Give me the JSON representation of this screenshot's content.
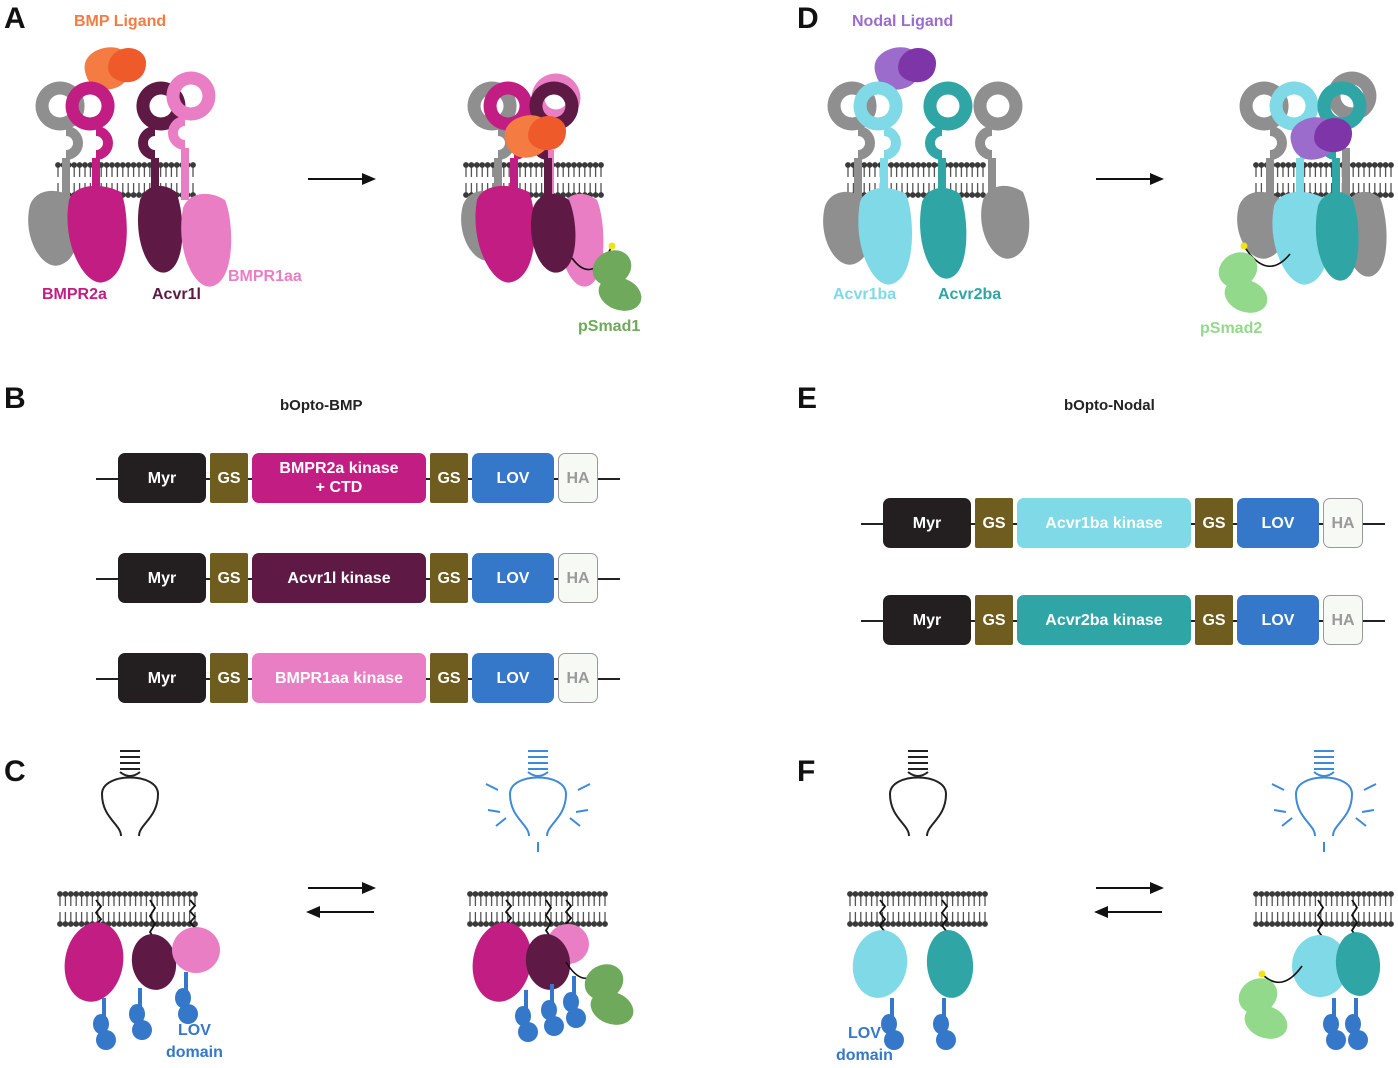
{
  "panels": {
    "a": "A",
    "b": "B",
    "c": "C",
    "d": "D",
    "e": "E",
    "f": "F"
  },
  "panel_a": {
    "ligand": "BMP Ligand",
    "receptors": [
      "BMPR2a",
      "Acvr1l",
      "BMPR1aa"
    ],
    "smad": "pSmad1"
  },
  "panel_d": {
    "ligand": "Nodal Ligand",
    "receptors": [
      "Acvr1ba",
      "Acvr2ba"
    ],
    "smad": "pSmad2"
  },
  "panel_b": {
    "title": "bOpto-BMP",
    "constructs": [
      [
        "Myr",
        "GS",
        "BMPR2a kinase\n+ CTD",
        "GS",
        "LOV",
        "HA"
      ],
      [
        "Myr",
        "GS",
        "Acvr1l kinase",
        "GS",
        "LOV",
        "HA"
      ],
      [
        "Myr",
        "GS",
        "BMPR1aa kinase",
        "GS",
        "LOV",
        "HA"
      ]
    ]
  },
  "panel_e": {
    "title": "bOpto-Nodal",
    "constructs": [
      [
        "Myr",
        "GS",
        "Acvr1ba kinase",
        "GS",
        "LOV",
        "HA"
      ],
      [
        "Myr",
        "GS",
        "Acvr2ba kinase",
        "GS",
        "LOV",
        "HA"
      ]
    ]
  },
  "panel_c": {
    "lov_label": "LOV\ndomain"
  },
  "panel_f": {
    "lov_label": "LOV\ndomain"
  },
  "colors": {
    "bmp_ligand": "#f47b42",
    "bmpr2a": "#c21d82",
    "acvr1l": "#5e1a44",
    "bmpr1aa": "#e97ec4",
    "psmad1": "#6fa95b",
    "nodal_ligand": "#9b6ccc",
    "acvr1ba": "#7fd9e6",
    "acvr2ba": "#2fa5a6",
    "psmad2": "#93d98c",
    "myr": "#231f20",
    "gs": "#6f5c1f",
    "lov": "#3577c8",
    "gray_receptor": "#8f8f8f",
    "light_off": "#222222",
    "light_on": "#3d8ad8"
  }
}
